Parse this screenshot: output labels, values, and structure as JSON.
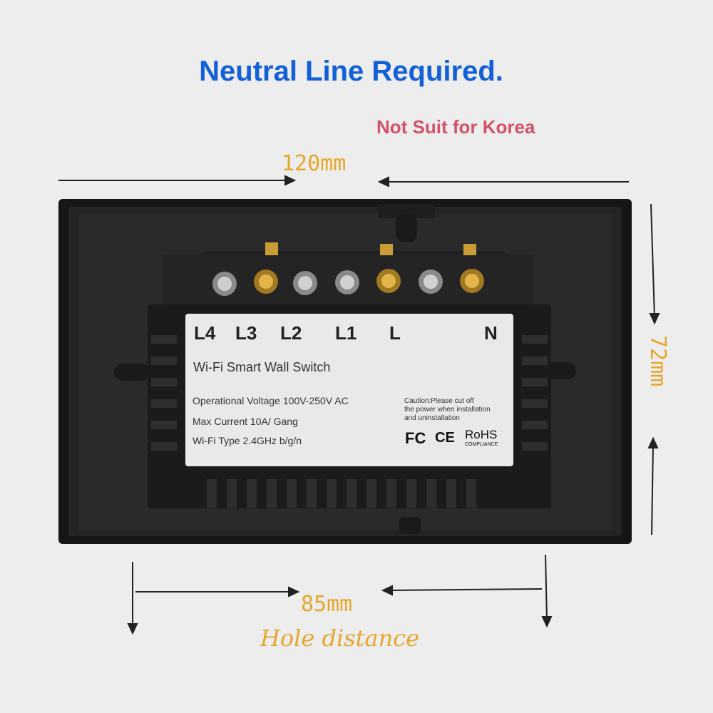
{
  "header": {
    "title": "Neutral Line Required.",
    "notice": "Not Suit for Korea"
  },
  "dimensions": {
    "width_label": "120mm",
    "height_label": "72mm",
    "hole_label": "85mm",
    "hole_caption": "Hole distance"
  },
  "terminals": {
    "L4": "L4",
    "L3": "L3",
    "L2": "L2",
    "L1": "L1",
    "L": "L",
    "N": "N"
  },
  "label": {
    "product": "Wi-Fi Smart Wall Switch",
    "voltage": "Operational Voltage  100V-250V AC",
    "current": "Max Current   10A/ Gang",
    "wifi": "Wi-Fi Type  2.4GHz b/g/n",
    "caution_1": "Caution:Please cut off",
    "caution_2": "the power when installation",
    "caution_3": "and uninstallation",
    "cert_fc": "FC",
    "cert_ce": "CE",
    "cert_rohs": "RoHS",
    "cert_compliance": "COMPLIANCE"
  },
  "colors": {
    "title": "#1160d8",
    "notice": "#d3526a",
    "dimension": "#e7a62a",
    "plate": "#1c1c1c",
    "label_bg": "#e9e9e7"
  }
}
